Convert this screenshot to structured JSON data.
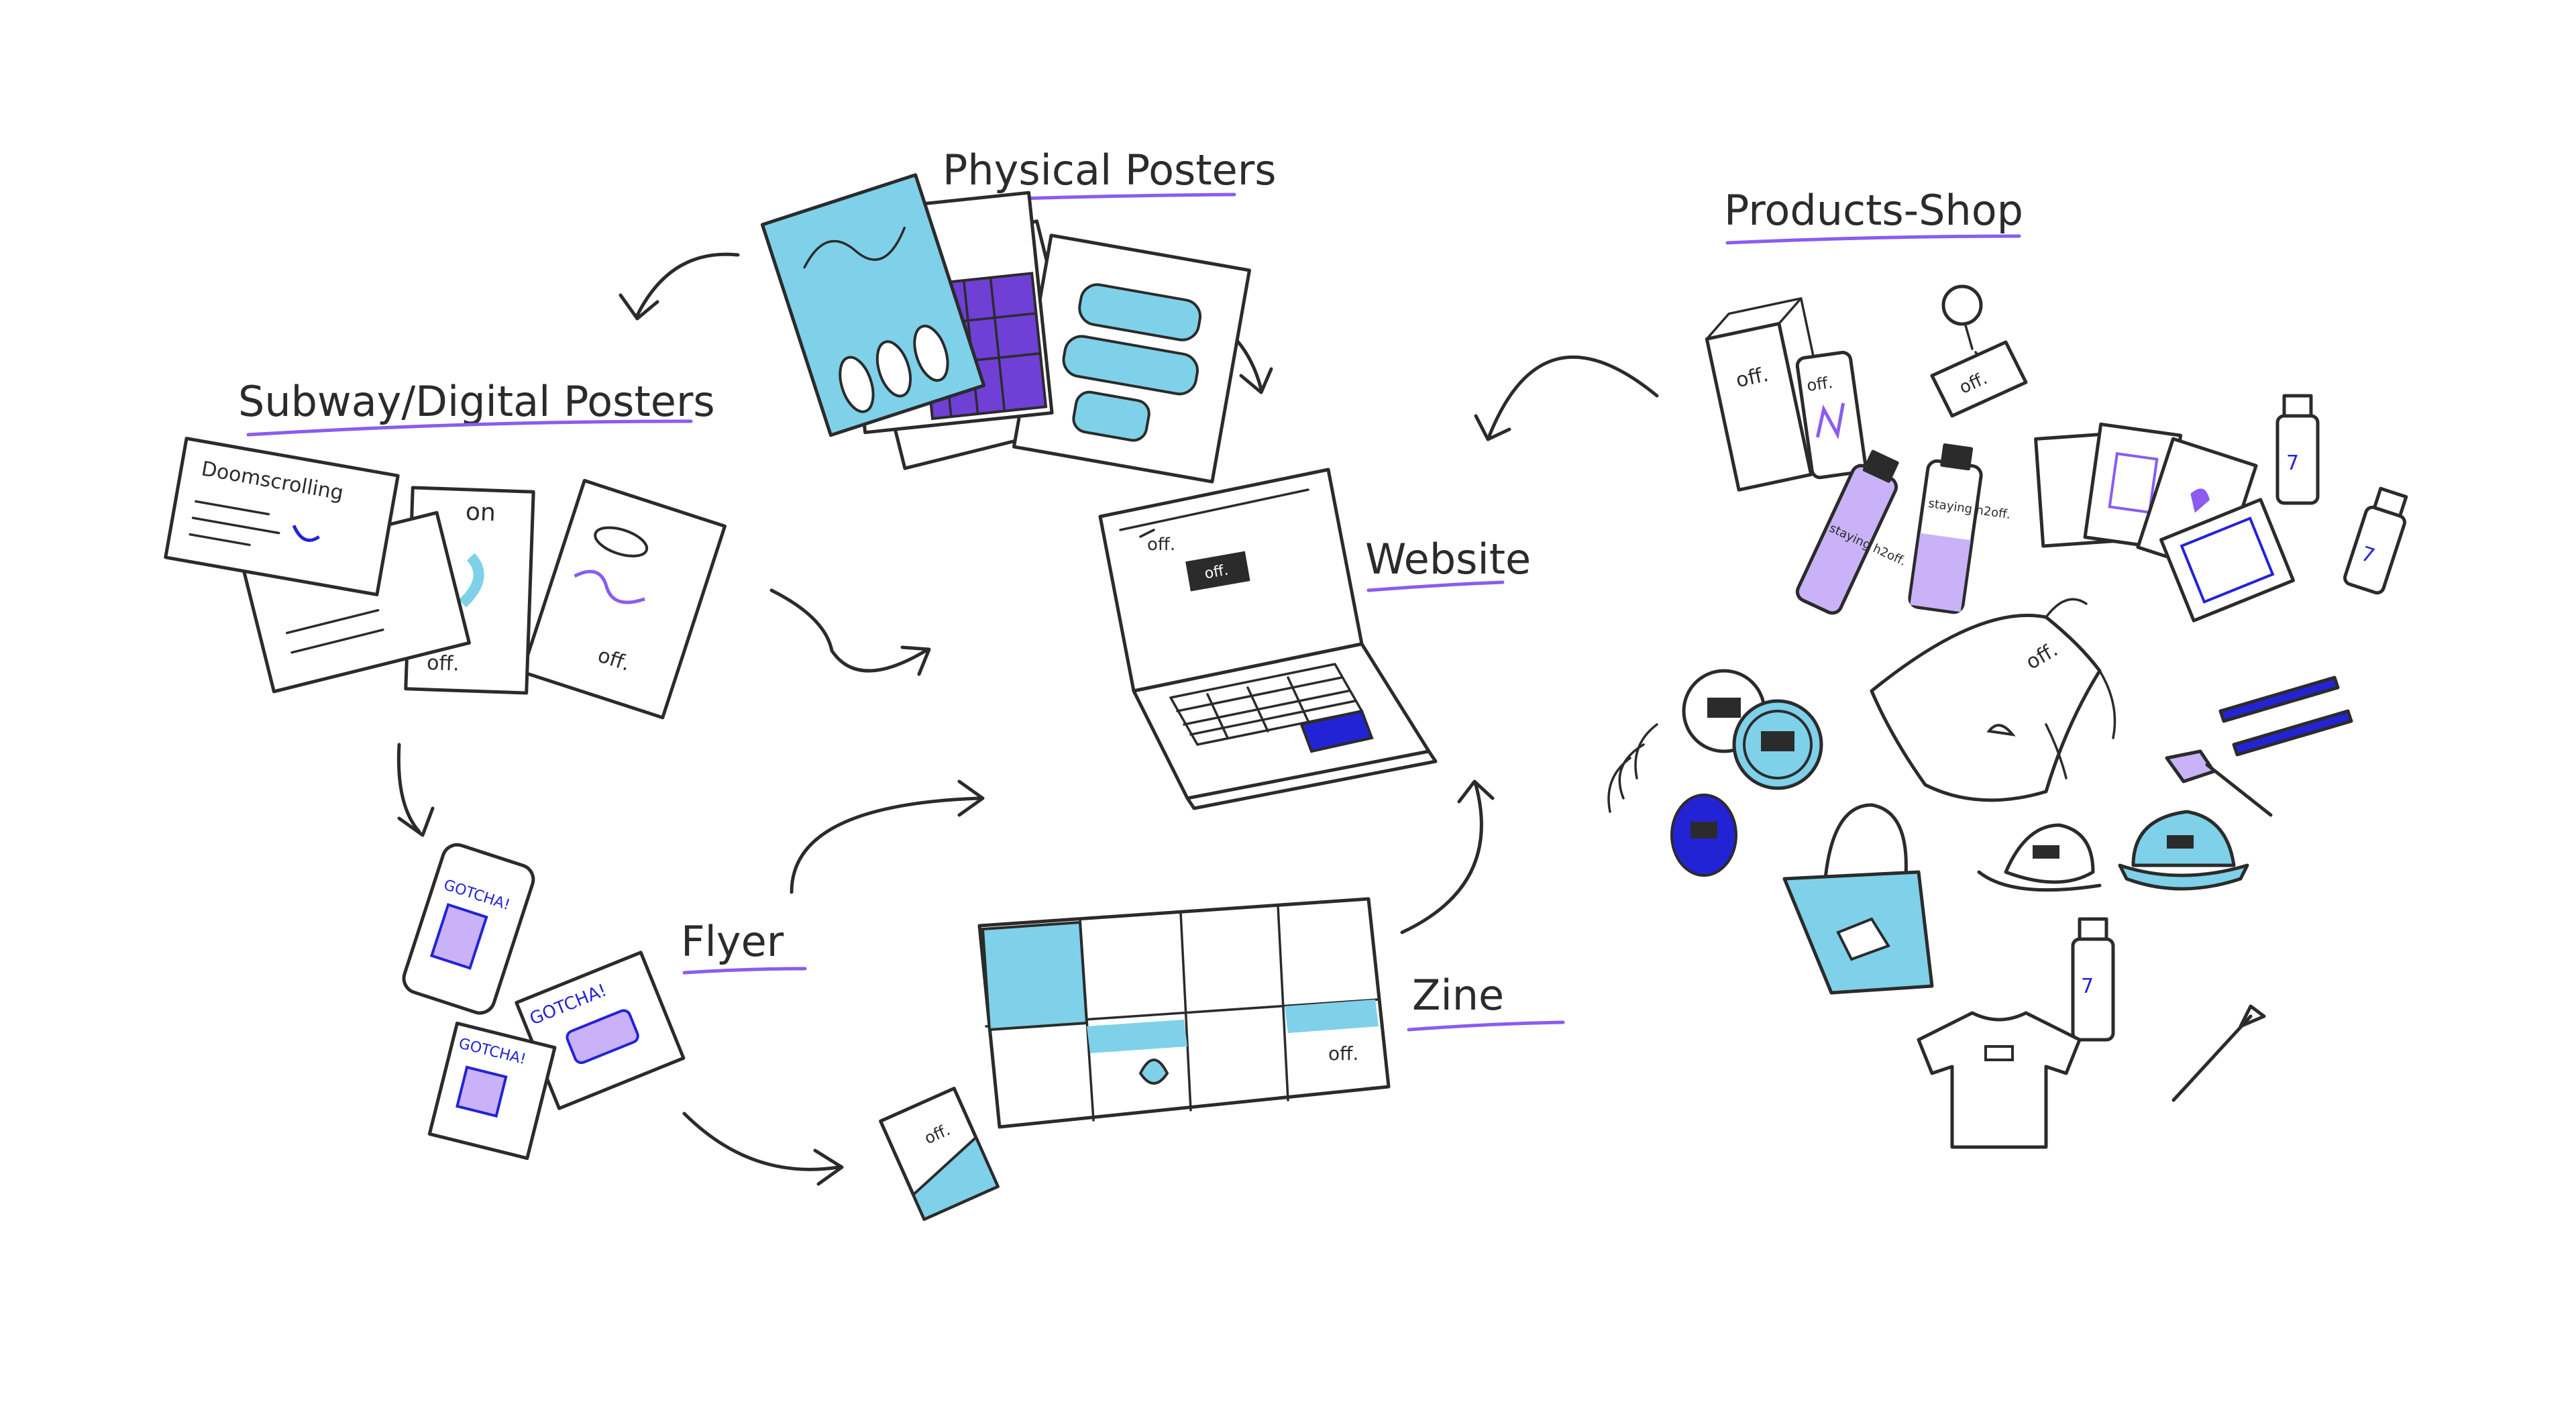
{
  "colors": {
    "ink": "#2b2b2b",
    "cyan": "#7ed1e8",
    "purple": "#8a5cf0",
    "lavender": "#c9b2f7",
    "blue": "#2323d6",
    "paper": "#ffffff"
  },
  "labels": {
    "physical_posters": "Physical Posters",
    "subway_posters": "Subway/Digital Posters",
    "products_shop": "Products-Shop",
    "website": "Website",
    "flyer": "Flyer",
    "zine": "Zine"
  },
  "marks": {
    "brand": "off.",
    "gotcha": "GOTCHA!",
    "doomscrolling": "Doomscrolling",
    "on": "on",
    "staying": "staying h2off."
  },
  "icons": [
    "laptop-icon",
    "poster-icon",
    "phone-icon",
    "flyer-icon",
    "zine-icon",
    "bottle-icon",
    "tote-bag-icon",
    "tshirt-icon",
    "bucket-hat-icon",
    "apron-icon",
    "pen-icon",
    "brush-icon",
    "card-icon",
    "keychain-icon",
    "sticker-icon",
    "arrow-icon"
  ]
}
